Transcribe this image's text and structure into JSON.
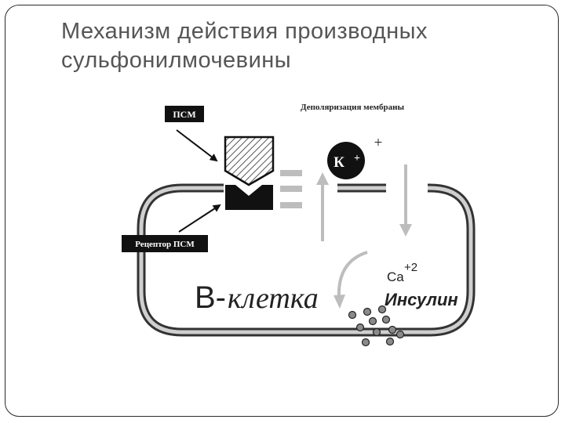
{
  "slide": {
    "title_line1": "Механизм действия производных",
    "title_line2": "сульфонилмочевины"
  },
  "diagram": {
    "psm_label": "ПСМ",
    "receptor_label": "Рецептор ПСМ",
    "depolarization_label": "Деполяризация мембраны",
    "k_ion": "К",
    "k_charge": "+",
    "k_plus_outside": "+",
    "ca_label": "Ca",
    "ca_charge": "+2",
    "cell_label_b": "B-",
    "cell_label_rest": "клетка",
    "insulin_label": "Инсулин"
  }
}
